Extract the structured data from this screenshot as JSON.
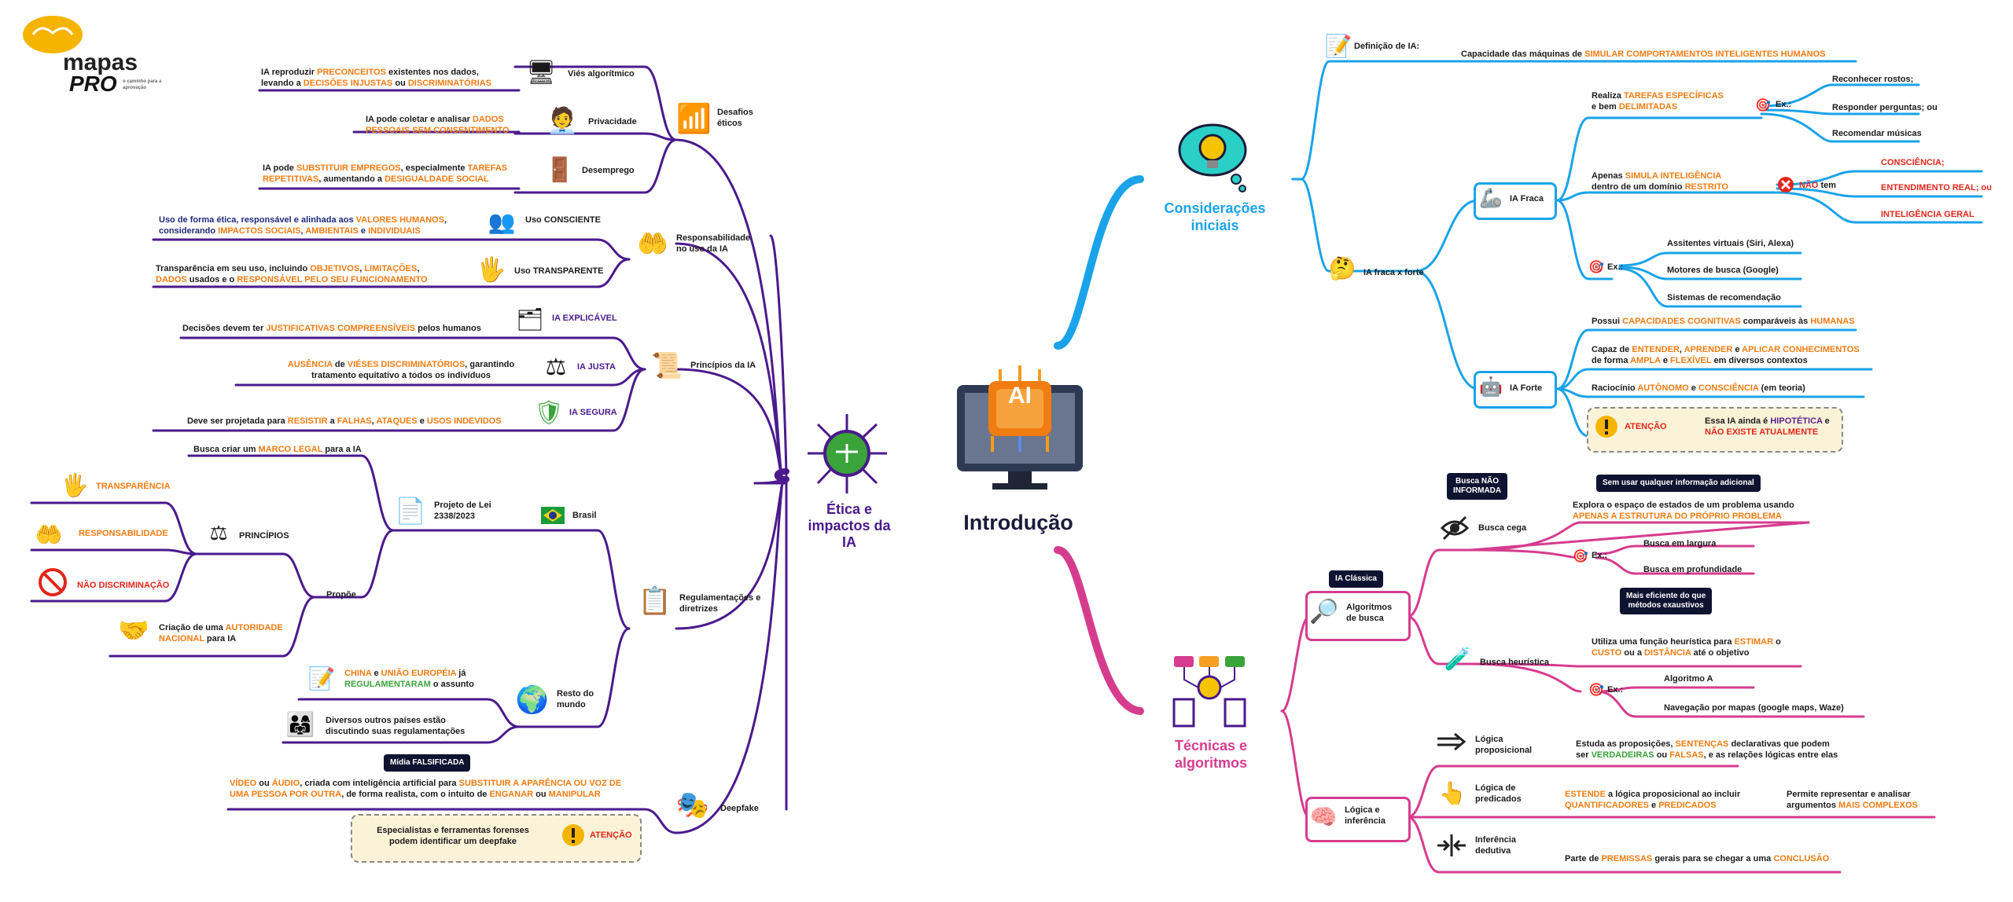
{
  "logo": {
    "line1": "mapas",
    "line2": "PRO",
    "tagline": "o caminho para a aprovação"
  },
  "center": {
    "title": "Introdução",
    "chip": "AI"
  },
  "colors": {
    "purple": "#4a1a8c",
    "blue": "#1aa3e8",
    "pink": "#d63c8e",
    "orange": "#f07c12",
    "navy": "#0e1330"
  },
  "left": {
    "main": "Ética e impactos da IA",
    "desafios": {
      "label": "Desafios éticos",
      "vies": {
        "label": "Viés algorítmico",
        "t1": "IA reproduzir ",
        "o1": "PRECONCEITOS",
        "t2": " existentes nos dados,",
        "t3": "levando a ",
        "o2": "DECISÕES INJUSTAS",
        "t4": " ou ",
        "o3": "DISCRIMINATÓRIAS"
      },
      "priv": {
        "label": "Privacidade",
        "t1": "IA pode coletar e analisar ",
        "o1": "DADOS",
        "o2": "PESSOAIS SEM CONSENTIMENTO"
      },
      "desemp": {
        "label": "Desemprego",
        "t1": "IA pode ",
        "o1": "SUBSTITUIR EMPREGOS",
        "t2": ", especialmente ",
        "o2": "TAREFAS",
        "o3": "REPETITIVAS",
        "t3": ", aumentando a ",
        "o4": "DESIGUALDADE SOCIAL"
      }
    },
    "resp": {
      "label": "Responsabilidade no uso da IA",
      "consc": {
        "label": "Uso CONSCIENTE",
        "t1": "Uso de forma ética, responsável e alinhada aos ",
        "o1": "VALORES HUMANOS",
        "t2": ",",
        "t3": "considerando ",
        "o2": "IMPACTOS SOCIAIS",
        "t4": ", ",
        "o3": "AMBIENTAIS",
        "t5": " e ",
        "o4": "INDIVIDUAIS"
      },
      "transp": {
        "label": "Uso TRANSPARENTE",
        "t1": "Transparência em seu uso, incluindo ",
        "o1": "OBJETIVOS",
        "t2": ", ",
        "o2": "LIMITAÇÕES",
        "t3": ",",
        "o3": "DADOS",
        "t4": " usados e o ",
        "o4": "RESPONSÁVEL PELO SEU FUNCIONAMENTO"
      }
    },
    "princ": {
      "label": "Princípios da IA",
      "expl": {
        "label": "IA EXPLICÁVEL",
        "t1": "Decisões devem ter ",
        "o1": "JUSTIFICATIVAS COMPREENSÍVEIS",
        "t2": " pelos humanos"
      },
      "justa": {
        "label": "IA JUSTA",
        "o1": "AUSÊNCIA",
        "t1": " de ",
        "o2": "VIÉSES DISCRIMINATÓRIOS",
        "t2": ", garantindo",
        "t3": "tratamento equitativo a todos os indivíduos"
      },
      "seg": {
        "label": "IA SEGURA",
        "t1": "Deve ser projetada para ",
        "o1": "RESISTIR",
        "t2": " a ",
        "o2": "FALHAS",
        "t3": ", ",
        "o3": "ATAQUES",
        "t4": " e ",
        "o4": "USOS INDEVIDOS"
      }
    },
    "reg": {
      "label": "Regulamentações e diretrizes",
      "brasil": "Brasil",
      "pl": "Projeto de Lei 2338/2023",
      "marco": {
        "t1": "Busca criar um ",
        "o1": "MARCO LEGAL",
        "t2": " para a IA"
      },
      "propoe": "Propõe",
      "principios": "PRINCÍPIOS",
      "p1": "TRANSPARÊNCIA",
      "p2": "RESPONSABILIDADE",
      "p3": "NÃO DISCRIMINAÇÃO",
      "aut": {
        "t1": "Criação de uma ",
        "o1": "AUTORIDADE",
        "o2": "NACIONAL",
        "t2": " para IA"
      },
      "resto": "Resto do mundo",
      "china": {
        "o1": "CHINA",
        "t1": " e ",
        "o2": "UNIÃO EUROPÉIA",
        "t2": " já",
        "g1": "REGULAMENTARAM",
        "t3": " o assunto"
      },
      "outros": {
        "t1": "Diversos outros países estão",
        "t2": "discutindo suas regulamentações"
      }
    },
    "deep": {
      "label": "Deepfake",
      "badge": "Mídia FALSIFICADA",
      "o1": "VÍDEO",
      "t1": " ou ",
      "o2": "ÁUDIO",
      "t2": ", criada com inteligência artificial para ",
      "o3": "SUBSTITUIR A APARÊNCIA OU VOZ DE",
      "o4": "UMA PESSOA POR OUTRA",
      "t3": ", de forma realista, com o intuito de ",
      "o5": "ENGANAR",
      "t4": " ou ",
      "o6": "MANIPULAR",
      "warn1": "Especialistas e ferramentas forenses",
      "warn2": "podem identificar um deepfake",
      "atencao": "ATENÇÃO"
    }
  },
  "right": {
    "cons": {
      "label": "Considerações iniciais",
      "def": {
        "label": "Definição de IA:",
        "t1": "Capacidade das máquinas de ",
        "o1": "SIMULAR COMPORTAMENTOS INTELIGENTES HUMANOS"
      },
      "fraca_forte": "IA fraca x forte",
      "fraca": {
        "label": "IA Fraca",
        "t1": "Realiza ",
        "o1": "TAREFAS ESPECÍFICAS",
        "t2": "e bem ",
        "o2": "DELIMITADAS",
        "ex": "Ex.:",
        "e1": "Reconhecer rostos;",
        "e2": "Responder perguntas; ou",
        "e3": "Recomendar músicas",
        "s1": "Apenas ",
        "o3": "SIMULA INTELIGÊNCIA",
        "s2": "dentro de um domínio ",
        "o4": "RESTRITO",
        "nao1": "NÃO",
        "nao2": " tem",
        "n1": "CONSCIÊNCIA;",
        "n2": "ENTENDIMENTO REAL; ou",
        "n3": "INTELIGÊNCIA GERAL",
        "ex2": "Ex.:",
        "a1": "Assitentes virtuais (Siri, Alexa)",
        "a2": "Motores de busca (Google)",
        "a3": "Sistemas de recomendação"
      },
      "forte": {
        "label": "IA Forte",
        "t1": "Possui ",
        "o1": "CAPACIDADES COGNITIVAS",
        "t2": " comparáveis às ",
        "o2": "HUMANAS",
        "c1": "Capaz de ",
        "o3": "ENTENDER",
        "c2": ", ",
        "o4": "APRENDER",
        "c3": " e ",
        "o5": "APLICAR CONHECIMENTOS",
        "c4": "de forma ",
        "o6": "AMPLA",
        "c5": " e ",
        "o7": "FLEXÍVEL",
        "c6": " em diversos contextos",
        "r1": "Raciocínio ",
        "o8": "AUTÔNOMO",
        "r2": " e ",
        "o9": "CONSCIÊNCIA",
        "r3": " (em teoria)",
        "atencao": "ATENÇÃO",
        "w1": "Essa IA ainda é ",
        "p1": "HIPOTÉTICA",
        "w2": " e",
        "w3": "NÃO EXISTE ATUALMENTE"
      }
    },
    "tec": {
      "label": "Técnicas e algoritmos",
      "classica": "IA Clássica",
      "alg": "Algoritmos de busca",
      "cega": {
        "label": "Busca cega",
        "badge1": "Busca NÃO",
        "badge2": "INFORMADA",
        "badge3": "Sem usar qualquer informação adicional",
        "t1": "Explora o espaço de estados de um problema usando",
        "o1": "APENAS A ESTRUTURA DO PRÓPRIO PROBLEMA",
        "ex": "Ex.:",
        "e1": "Busca em largura",
        "e2": "Busca em profundidade"
      },
      "heur": {
        "label": "Busca heurística",
        "badge1": "Mais eficiente do que",
        "badge2": "métodos exaustivos",
        "t1": "Utiliza uma função heurística para ",
        "o1": "ESTIMAR",
        "t2": " o",
        "o2": "CUSTO",
        "t3": " ou a ",
        "o3": "DISTÂNCIA",
        "t4": " até o objetivo",
        "ex": "Ex.:",
        "e1": "Algoritmo A",
        "e2": "Navegação por mapas (google maps, Waze)"
      },
      "logica": "Lógica e inferência",
      "prop": {
        "label": "Lógica proposicional",
        "t1": "Estuda as proposições, ",
        "o1": "SENTENÇAS",
        "t2": " declarativas que podem",
        "t3": "ser ",
        "g1": "VERDADEIRAS",
        "t4": " ou ",
        "o2": "FALSAS",
        "t5": ", e as relações lógicas entre elas"
      },
      "pred": {
        "label": "Lógica de predicados",
        "o1": "ESTENDE",
        "t1": " a lógica proposicional ao incluir",
        "o2": "QUANTIFICADORES",
        "t2": " e ",
        "o3": "PREDICADOS",
        "u1": "Permite representar e analisar",
        "u2": "argumentos ",
        "o4": "MAIS COMPLEXOS"
      },
      "ded": {
        "label": "Inferência dedutiva",
        "t1": "Parte de ",
        "o1": "PREMISSAS",
        "t2": " gerais para se chegar a uma ",
        "o2": "CONCLUSÃO"
      }
    }
  }
}
